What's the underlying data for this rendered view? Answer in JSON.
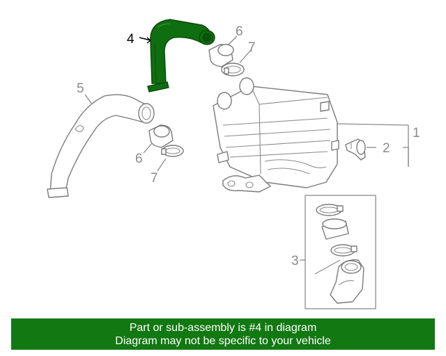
{
  "callouts": {
    "c1": "1",
    "c2": "2",
    "c3": "3",
    "c4": "4",
    "c5": "5",
    "c6a": "6",
    "c6b": "6",
    "c7a": "7",
    "c7b": "7"
  },
  "highlight_color": "#0f6e0f",
  "banner": {
    "line1": "Part or sub-assembly is #4 in diagram",
    "line2": "Diagram may not be specific to your vehicle",
    "background": "#127812"
  }
}
